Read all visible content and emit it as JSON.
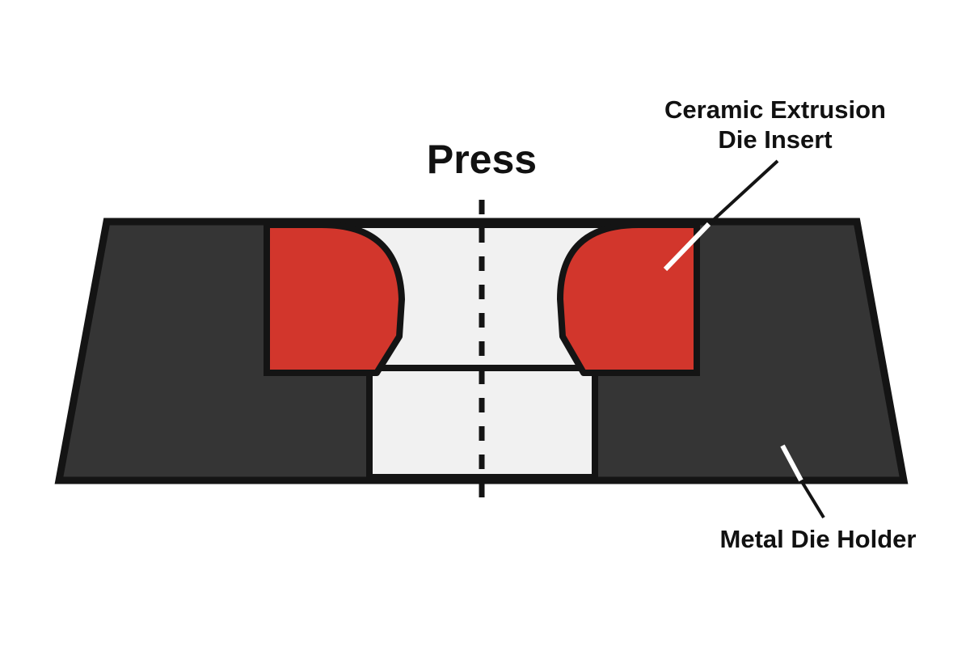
{
  "labels": {
    "press": "Press",
    "ceramic_line1": "Ceramic Extrusion",
    "ceramic_line2": "Die Insert",
    "metal": "Metal Die Holder"
  },
  "colors": {
    "holder": "#353535",
    "insert": "#d2362c",
    "channel": "#f1f1f1",
    "outline": "#141414",
    "leader": "#ffffff"
  },
  "icons": {
    "axis": "dashed-centerline"
  }
}
